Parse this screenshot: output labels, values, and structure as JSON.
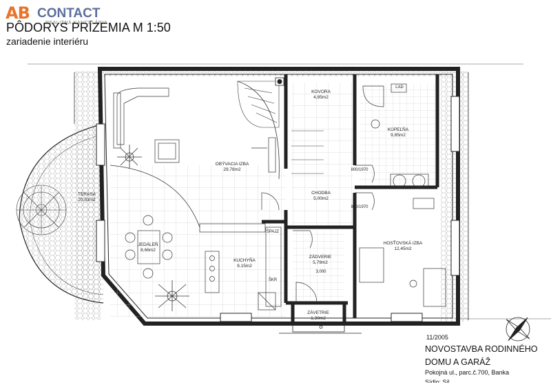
{
  "logo": {
    "mark": "AB",
    "name": "CONTACT",
    "tagline": "REALITNÁ KANCELÁRIA"
  },
  "header": {
    "title": "PÔDORYS PRÍZEMIA  M 1:50",
    "subtitle": "zariadenie interiéru"
  },
  "rooms": [
    {
      "name": "OBÝVACIA IZBA",
      "area": "29,78m2"
    },
    {
      "name": "KOVORA",
      "area": "4,85m2"
    },
    {
      "name": "KÚPEĽŇA",
      "area": "9,85m2"
    },
    {
      "name": "TERASA",
      "area": "20,83m2"
    },
    {
      "name": "CHODBA",
      "area": "5,00m2"
    },
    {
      "name": "JEDÁLEŇ",
      "area": "8,66m2"
    },
    {
      "name": "KUCHYŇA",
      "area": "9,15m2"
    },
    {
      "name": "ZÁDVERIE",
      "area": "5,79m2"
    },
    {
      "name": "HOSŤOVSKÁ IZBA",
      "area": "12,45m2"
    },
    {
      "name": "ZÁVETRIE",
      "area": "1,30m2"
    }
  ],
  "doors": [
    "800/1970",
    "800/1970",
    "3,000"
  ],
  "fixtures": [
    "ĽAD",
    "ŠPAJZ",
    "ŠKR"
  ],
  "title_block": {
    "date": "11/2005",
    "project_line1": "NOVOSTAVBA RODINNÉHO",
    "project_line2": "DOMU A GARÁŽ",
    "address": "Pokojná ul., parc.č.700, Banka",
    "cut_line": "Sídlo: Sil..."
  },
  "icons": [
    "north-arrow-icon"
  ],
  "colors": {
    "logo_orange": "#e8742a",
    "logo_blue": "#5b6f9e",
    "line": "#222222",
    "grid": "#b8b8b8"
  }
}
